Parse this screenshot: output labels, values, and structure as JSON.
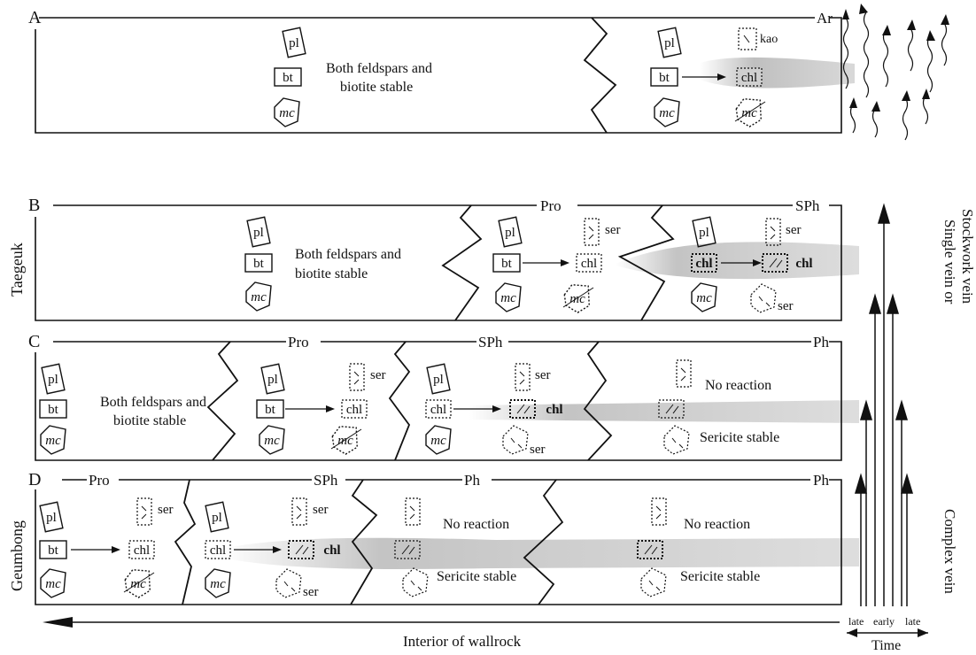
{
  "panels": [
    {
      "letter": "A",
      "zone_labels": [
        "Ar"
      ],
      "notes": [
        "Both feldspars and",
        "biotite stable"
      ]
    },
    {
      "letter": "B",
      "zone_labels": [
        "Pro",
        "SPh"
      ],
      "notes": [
        "Both feldspars and",
        "biotite stable"
      ]
    },
    {
      "letter": "C",
      "zone_labels": [
        "Pro",
        "SPh",
        "Ph"
      ],
      "notes": [
        "Both feldspars and",
        "biotite stable",
        "No reaction",
        "Sericite stable"
      ]
    },
    {
      "letter": "D",
      "zone_labels": [
        "Pro",
        "SPh",
        "Ph",
        "Ph"
      ],
      "notes": [
        "No reaction",
        "Sericite stable",
        "No reaction",
        "Sericite stable"
      ]
    }
  ],
  "deposit_labels": {
    "taegeuk": "Taegeuk",
    "geumbong": "Geumbong"
  },
  "minerals": {
    "pl": "pl",
    "bt": "bt",
    "mc": "mc",
    "chl": "chl",
    "ser": "ser",
    "kao": "kao"
  },
  "vein_labels": {
    "single": [
      "Single vein or",
      "Stockwork vein"
    ],
    "complex": "Complex vein"
  },
  "time_axis": {
    "ticks": [
      "late",
      "early",
      "late"
    ],
    "label": "Time"
  },
  "bottom_axis_label": "Interior of wallrock"
}
